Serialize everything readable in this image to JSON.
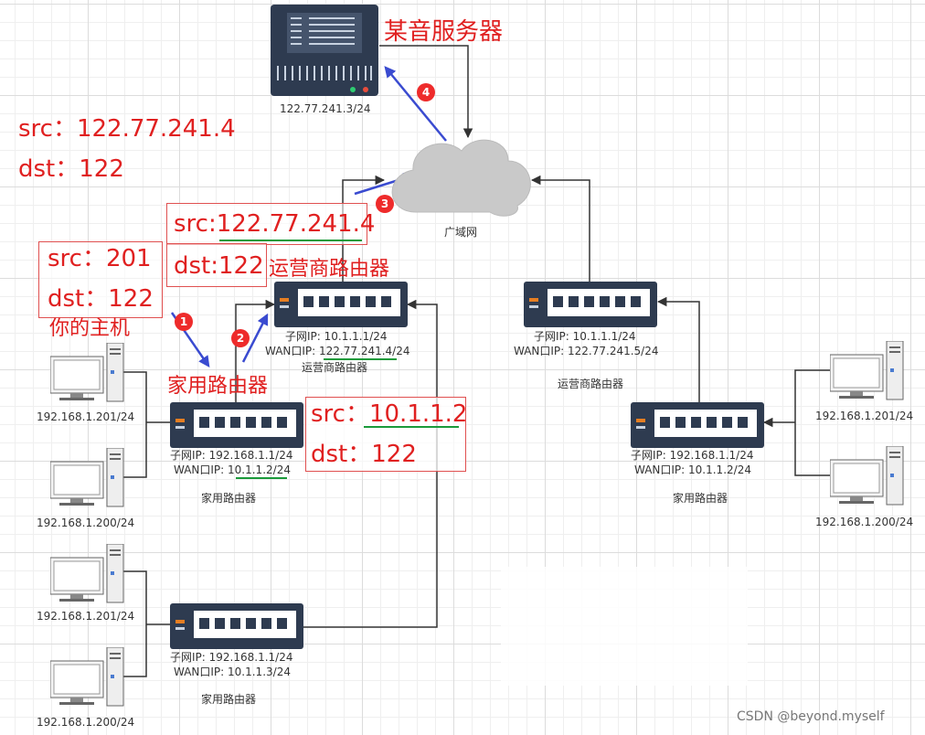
{
  "server": {
    "title": "某音服务器",
    "ip": "122.77.241.3/24"
  },
  "cloud": {
    "label": "广域网"
  },
  "packets": {
    "top": {
      "src": "src：122.77.241.4",
      "dst": "dst：122"
    },
    "wan": {
      "src": "src:",
      "src_value": "122.77.241.4",
      "dst": "dst:122"
    },
    "host": {
      "src": "src：201",
      "dst": "dst：122"
    },
    "home": {
      "src": "src：",
      "src_value": "10.1.1.2",
      "dst": "dst：122"
    }
  },
  "captions": {
    "your_host": "你的主机",
    "home_router": "家用路由器",
    "isp_router": "运营商路由器"
  },
  "isp_router_left": {
    "subnet": "子网IP:  10.1.1.1/24",
    "wan": "WAN口IP:  122.77.241.4/24",
    "name": "运营商路由器"
  },
  "isp_router_right": {
    "subnet": "子网IP:   10.1.1.1/24",
    "wan": "WAN口IP:  122.77.241.5/24",
    "name": "运营商路由器"
  },
  "home_router_1": {
    "subnet": "子网IP:   192.168.1.1/24",
    "wan": "WAN口IP:  10.1.1.2/24",
    "name": "家用路由器"
  },
  "home_router_2": {
    "subnet": "子网IP:   192.168.1.1/24",
    "wan": "WAN口IP:  10.1.1.3/24",
    "name": "家用路由器"
  },
  "home_router_3": {
    "subnet": "子网IP:   192.168.1.1/24",
    "wan": "WAN口IP:  10.1.1.2/24",
    "name": "家用路由器"
  },
  "hosts": {
    "g1_a": "192.168.1.201/24",
    "g1_b": "192.168.1.200/24",
    "g2_a": "192.168.1.201/24",
    "g2_b": "192.168.1.200/24",
    "g3_a": "192.168.1.201/24",
    "g3_b": "192.168.1.200/24"
  },
  "steps": [
    "1",
    "2",
    "3",
    "4"
  ],
  "watermark": "CSDN @beyond.myself",
  "colors": {
    "annotation": "#e02020",
    "arrow": "#3a4bd0",
    "underline": "#1a9a3a",
    "device": "#2e3b50"
  }
}
